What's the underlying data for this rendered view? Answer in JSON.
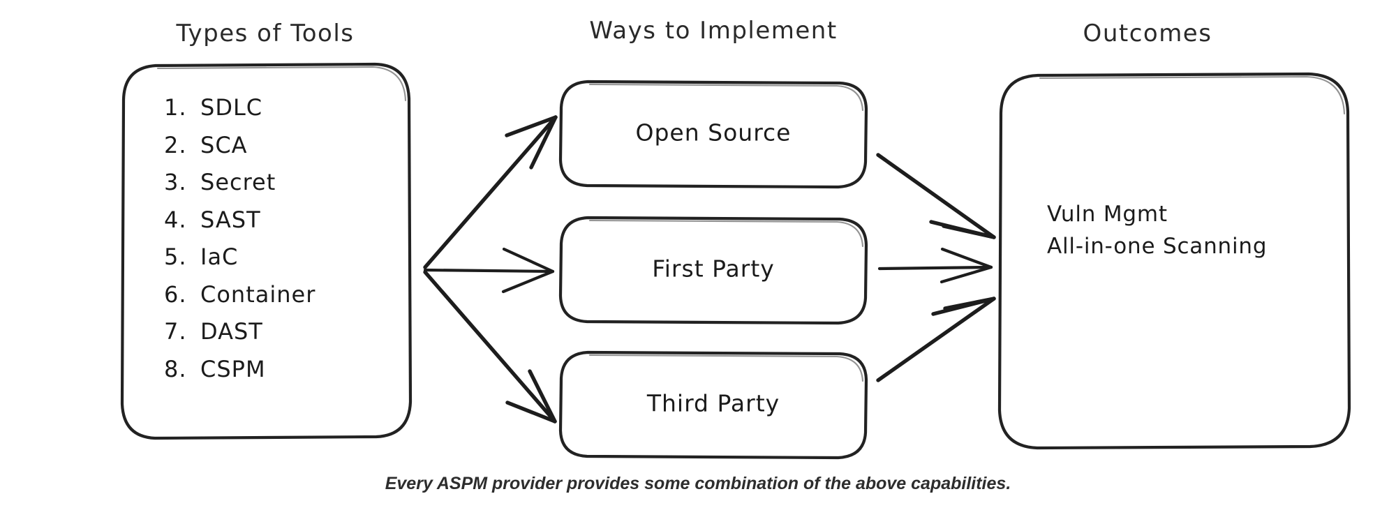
{
  "diagram": {
    "title_tools": "Types of Tools",
    "title_ways": "Ways to Implement",
    "title_outcomes": "Outcomes",
    "caption": "Every ASPM provider provides some combination of the above capabilities.",
    "tools": [
      {
        "num": "1.",
        "label": "SDLC"
      },
      {
        "num": "2.",
        "label": "SCA"
      },
      {
        "num": "3.",
        "label": "Secret"
      },
      {
        "num": "4.",
        "label": "SAST"
      },
      {
        "num": "5.",
        "label": "IaC"
      },
      {
        "num": "6.",
        "label": "Container"
      },
      {
        "num": "7.",
        "label": "DAST"
      },
      {
        "num": "8.",
        "label": "CSPM"
      }
    ],
    "ways": [
      {
        "label": "Open Source"
      },
      {
        "label": "First Party"
      },
      {
        "label": "Third Party"
      }
    ],
    "outcomes": [
      {
        "label": "Vuln Mgmt"
      },
      {
        "label": "All-in-one Scanning"
      }
    ],
    "colors": {
      "ink": "#1b1b1b",
      "stroke": "#222222",
      "background": "#ffffff"
    }
  }
}
